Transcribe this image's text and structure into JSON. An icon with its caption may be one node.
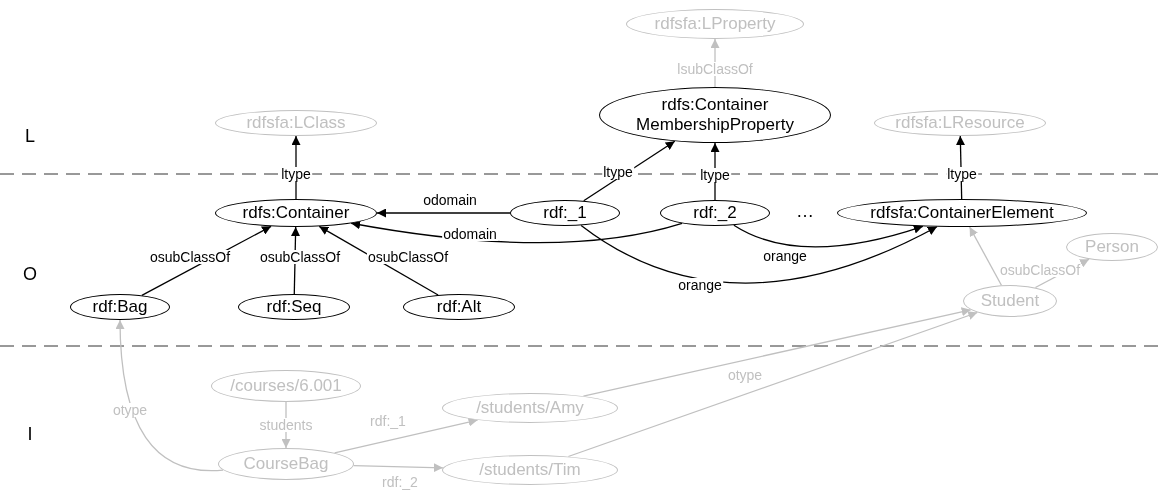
{
  "diagram": {
    "nodes": [
      {
        "text": [
          "rdfsfa:LProperty"
        ]
      },
      {
        "text": [
          "rdfs:Container MembershipProperty"
        ]
      },
      {
        "text": [
          "rdfsfa:LClass"
        ]
      },
      {
        "text": [
          "rdfsfa:LResource"
        ]
      },
      {
        "text": [
          "rdfs:Container"
        ]
      },
      {
        "text": [
          "rdf:_1"
        ]
      },
      {
        "text": [
          "rdf:_2"
        ]
      },
      {
        "text": [
          "rdfsfa:ContainerElement"
        ]
      },
      {
        "text": [
          "Person"
        ]
      },
      {
        "text": [
          "rdf:Bag"
        ]
      },
      {
        "text": [
          "rdf:Seq"
        ]
      },
      {
        "text": [
          "rdf:Alt"
        ]
      },
      {
        "text": [
          "Student"
        ]
      },
      {
        "text": [
          "/courses/6.001"
        ]
      },
      {
        "text": [
          "/students/Amy"
        ]
      },
      {
        "text": [
          "CourseBag"
        ]
      },
      {
        "text": [
          "/students/Tim"
        ]
      }
    ],
    "edges": [
      {
        "from": 1,
        "to": 0,
        "arrow": "to",
        "label": "lsubClassOf",
        "color": "#c0c0c0"
      },
      {
        "from": 4,
        "to": 2,
        "arrow": "to",
        "label": "ltype"
      },
      {
        "from": 5,
        "to": 1,
        "arrow": "to",
        "label": "ltype"
      },
      {
        "from": 6,
        "to": 1,
        "arrow": "to",
        "label": "ltype"
      },
      {
        "from": 7,
        "to": 3,
        "arrow": "to",
        "label": "ltype"
      },
      {
        "from": 5,
        "to": 4,
        "arrow": "to",
        "label": "odomain"
      },
      {
        "from": 6,
        "to": 4,
        "arrow": "to",
        "label": "odomain"
      },
      {
        "from": 6,
        "to": 7,
        "arrow": "to",
        "label": "orange"
      },
      {
        "from": 5,
        "to": 7,
        "arrow": "to",
        "label": "orange"
      },
      {
        "from": 9,
        "to": 4,
        "arrow": "to",
        "label": "osubClassOf"
      },
      {
        "from": 10,
        "to": 4,
        "arrow": "to",
        "label": "osubClassOf"
      },
      {
        "from": 11,
        "to": 4,
        "arrow": "to",
        "label": "osubClassOf"
      },
      {
        "from": 12,
        "to": 7,
        "arrow": "to",
        "color": "#c0c0c0"
      },
      {
        "from": 12,
        "to": 8,
        "arrow": "to",
        "label": "osubClassOf",
        "color": "#c0c0c0"
      },
      {
        "from": 14,
        "to": 12,
        "arrow": "to",
        "label": "otype",
        "color": "#c0c0c0"
      },
      {
        "from": 16,
        "to": 12,
        "arrow": "to",
        "color": "#c0c0c0"
      },
      {
        "from": 15,
        "to": 9,
        "arrow": "to",
        "label": "otype",
        "color": "#c0c0c0"
      },
      {
        "from": 13,
        "to": 15,
        "arrow": "to",
        "label": "students",
        "color": "#c0c0c0"
      },
      {
        "from": 15,
        "to": 14,
        "arrow": "to",
        "label": "rdf:_1",
        "color": "#c0c0c0"
      },
      {
        "from": 15,
        "to": 16,
        "arrow": "to",
        "label": "rdf:_2",
        "color": "#c0c0c0"
      }
    ],
    "labels": [
      "L",
      "O",
      "I",
      "…"
    ]
  }
}
